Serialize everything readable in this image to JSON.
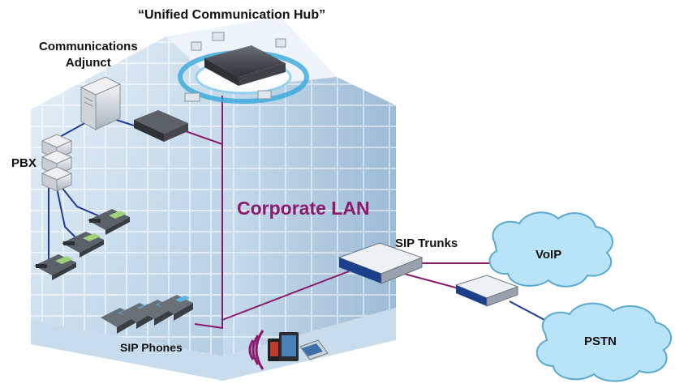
{
  "title": "Unified Communication Hub diagram",
  "labels": {
    "hub": "“Unified Communication Hub”",
    "adjunct_line1": "Communications",
    "adjunct_line2": "Adjunct",
    "pbx": "PBX",
    "lan": "Corporate LAN",
    "sip_trunks": "SIP Trunks",
    "voip": "VoIP",
    "pstn": "PSTN",
    "sip_phones": "SIP Phones"
  },
  "colors": {
    "lan_line": "#8b1a6b",
    "pbx_line": "#1f3a93",
    "pstn_line": "#1f3a93",
    "cloud_fill": "#b9e3f6",
    "cloud_stroke": "#5aa9cf",
    "building_light": "#dbe9f4",
    "building_mid": "#a9c6de",
    "building_dark": "#7fa3c4"
  },
  "icons": [
    "server-icon",
    "router-icon",
    "pbx-stack-icon",
    "desk-phone-icon",
    "sip-phone-icon",
    "hub-device-icon",
    "gateway-icon",
    "cloud-icon",
    "wireless-devices-icon",
    "laptop-icon",
    "smartphone-icon",
    "tablet-icon"
  ]
}
